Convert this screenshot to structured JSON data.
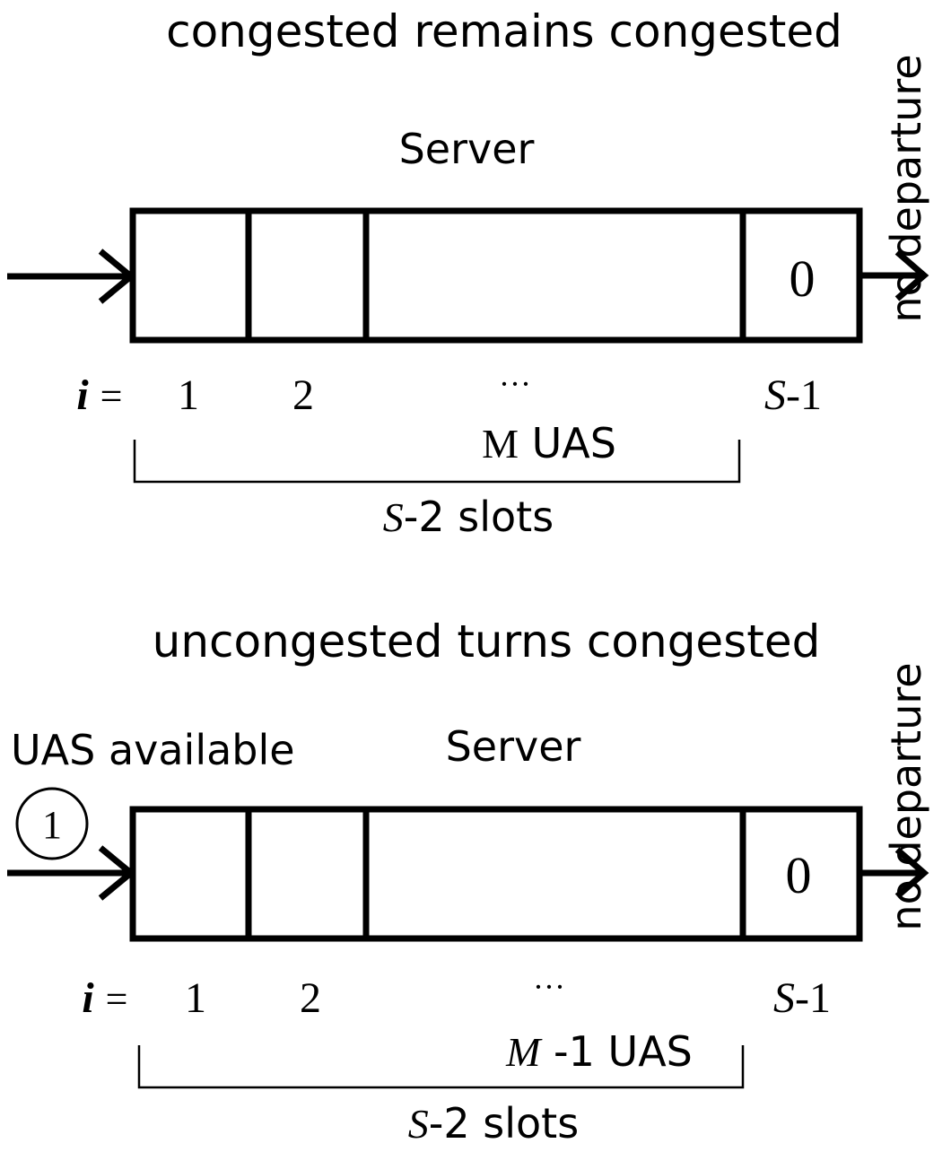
{
  "panels": [
    {
      "title": "congested remains congested",
      "server_label": "Server",
      "departure_label": "no departure",
      "last_slot_value": "0",
      "index_prefix": "i",
      "index_equals": "=",
      "indices": [
        "1",
        "2",
        "···"
      ],
      "last_index_var": "S",
      "last_index_suffix": "-1",
      "uas_count_var": "M",
      "uas_count_suffix": " UAS",
      "slots_var": "S",
      "slots_suffix": "-2  slots"
    },
    {
      "title": "uncongested turns congested",
      "server_label": "Server",
      "departure_label": "no departure",
      "arrival_label": "UAS available",
      "arrival_count": "1",
      "last_slot_value": "0",
      "index_prefix": "i",
      "index_equals": "=",
      "indices": [
        "1",
        "2",
        "···"
      ],
      "last_index_var": "S",
      "last_index_suffix": "-1",
      "uas_count_var": "M",
      "uas_count_suffix": " -1 UAS",
      "slots_var": "S",
      "slots_suffix": "-2  slots"
    }
  ]
}
